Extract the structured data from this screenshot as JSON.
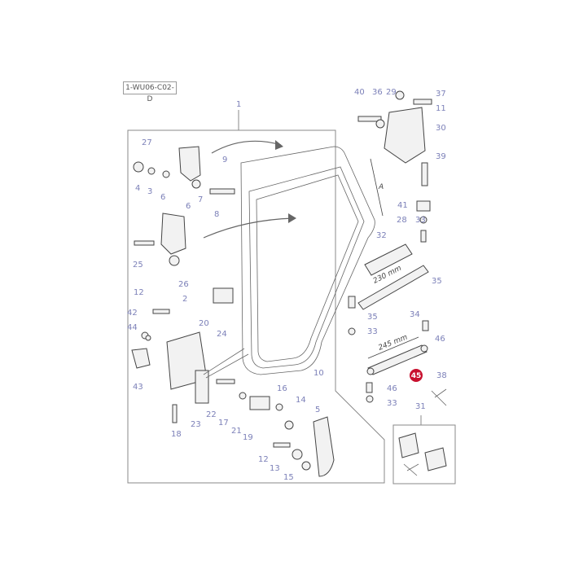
{
  "reference_code": "1-WU06-C02-D",
  "highlight": {
    "label": "45",
    "color": "#c8102e"
  },
  "colors": {
    "callout": "#7c80b8",
    "line": "#444444",
    "frame": "#888888"
  },
  "dimensions": {
    "a": "A",
    "len_230": "230 mm",
    "len_245": "245 mm"
  },
  "callouts": {
    "c1": "1",
    "c2": "2",
    "c3": "3",
    "c4": "4",
    "c5": "5",
    "c6a": "6",
    "c6b": "6",
    "c7": "7",
    "c8": "8",
    "c9": "9",
    "c10": "10",
    "c11": "11",
    "c12a": "12",
    "c12b": "12",
    "c13": "13",
    "c14": "14",
    "c15": "15",
    "c16": "16",
    "c17": "17",
    "c18": "18",
    "c19": "19",
    "c20": "20",
    "c21": "21",
    "c22": "22",
    "c23": "23",
    "c24": "24",
    "c25": "25",
    "c26": "26",
    "c27": "27",
    "c28": "28",
    "c29": "29",
    "c30": "30",
    "c31": "31",
    "c32": "32",
    "c33a": "33",
    "c33b": "33",
    "c33c": "33",
    "c34": "34",
    "c35a": "35",
    "c35b": "35",
    "c36": "36",
    "c37": "37",
    "c38": "38",
    "c39": "39",
    "c40": "40",
    "c41": "41",
    "c42": "42",
    "c43": "43",
    "c44": "44",
    "c46a": "46",
    "c46b": "46"
  }
}
